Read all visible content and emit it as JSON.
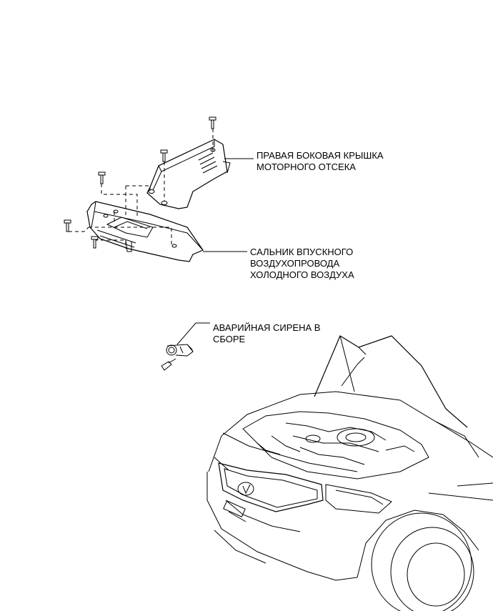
{
  "labels": {
    "right_engine_cover": {
      "line1": "ПРАВАЯ БОКОВАЯ КРЫШКА",
      "line2": "МОТОРНОГО ОТСЕКА"
    },
    "cool_air_intake_seal": {
      "line1": "САЛЬНИК ВПУСКНОГО",
      "line2": "ВОЗДУХОПРОВОДА",
      "line3": "ХОЛОДНОГО ВОЗДУХА"
    },
    "siren_assembly": {
      "line1": "АВАРИЙНАЯ СИРЕНА В",
      "line2": "СБОРЕ"
    }
  },
  "colors": {
    "ink": "#000000",
    "background": "#ffffff"
  }
}
